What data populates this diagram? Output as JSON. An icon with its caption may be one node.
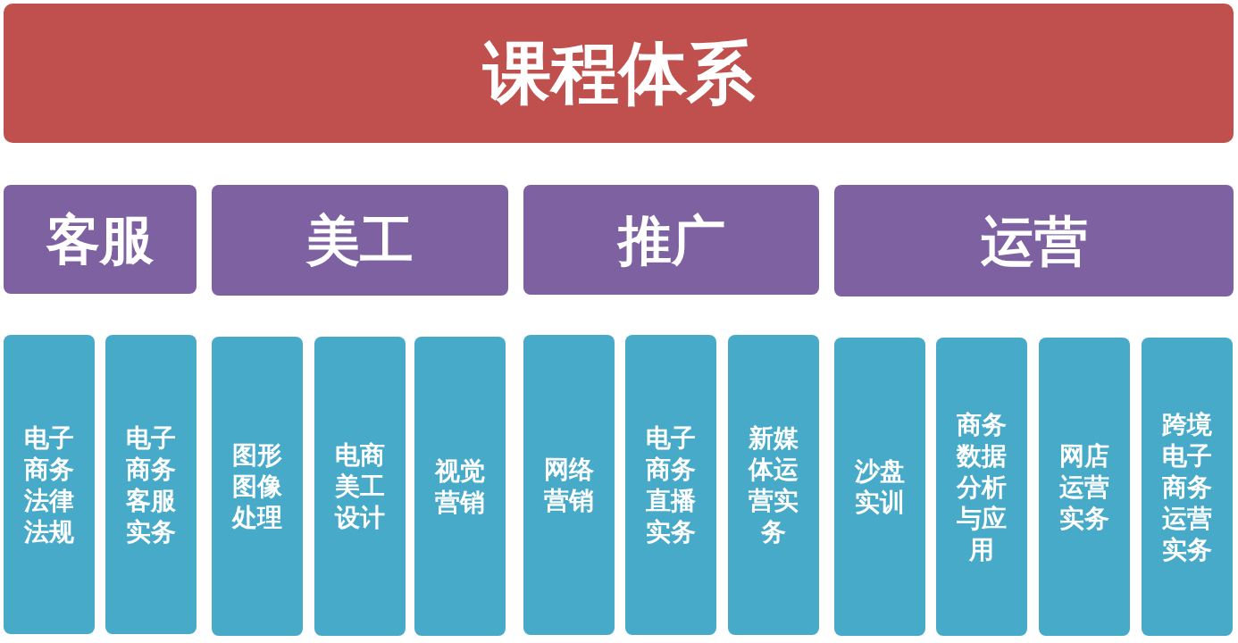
{
  "diagram": {
    "nodes": [
      {
        "text": [
          "课程体系"
        ]
      },
      {
        "text": [
          "客服"
        ]
      },
      {
        "text": [
          "美工"
        ]
      },
      {
        "text": [
          "推广"
        ]
      },
      {
        "text": [
          "运营"
        ]
      },
      {
        "text": [
          "电子商务法律法规"
        ]
      },
      {
        "text": [
          "电子商务客服实务"
        ]
      },
      {
        "text": [
          "图形图像处理"
        ]
      },
      {
        "text": [
          "电商美工设计"
        ]
      },
      {
        "text": [
          "视觉营销"
        ]
      },
      {
        "text": [
          "网络营销"
        ]
      },
      {
        "text": [
          "电子商务直播实务"
        ]
      },
      {
        "text": [
          "新媒体运营实务"
        ]
      },
      {
        "text": [
          "沙盘实训"
        ]
      },
      {
        "text": [
          "商务数据分析与应用"
        ]
      },
      {
        "text": [
          "网店运营实务"
        ]
      },
      {
        "text": [
          "跨境电子商务运营实务"
        ]
      }
    ]
  }
}
